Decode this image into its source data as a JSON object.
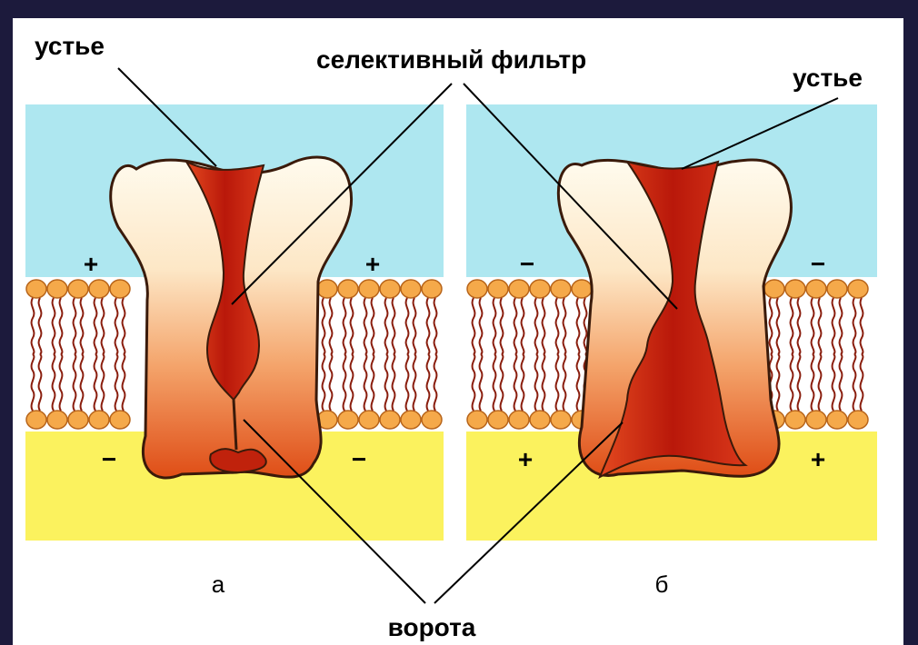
{
  "labels": {
    "mouth_left": "устье",
    "selective_filter": "селективный фильтр",
    "mouth_right": "устье",
    "gate": "ворота",
    "panel_a": "а",
    "panel_b": "б"
  },
  "charges": {
    "a_top_left": "+",
    "a_top_right": "+",
    "a_bottom_left": "−",
    "a_bottom_right": "−",
    "b_top_left": "−",
    "b_top_right": "−",
    "b_bottom_left": "+",
    "b_bottom_right": "+"
  },
  "colors": {
    "background_frame": "#1c1a3c",
    "extracellular": "#aee7f0",
    "intracellular": "#fbf25e",
    "lipid_head": "#f5a94a",
    "channel_light": "#fff8e6",
    "channel_dark": "#e2551a",
    "pore": "#c0220c"
  }
}
